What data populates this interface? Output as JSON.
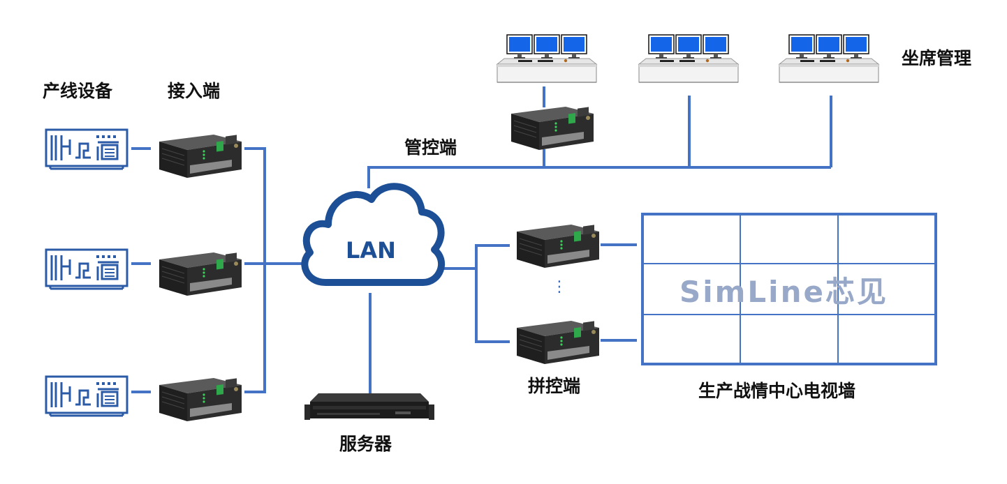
{
  "labels": {
    "production_equipment": "产线设备",
    "access_end": "接入端",
    "management_end": "管控端",
    "seat_management": "坐席管理",
    "lan": "LAN",
    "server": "服务器",
    "splice_control_end": "拼控端",
    "video_wall": "生产战情中心电视墙"
  },
  "watermark": "SimLine芯见",
  "ellipsis": "⋮",
  "colors": {
    "line": "#4472c4",
    "cloud_stroke": "#1d4f96",
    "machine_icon": "#2b5aa6",
    "device_body": "#2c2c2c",
    "monitor_screen": "#1565e8",
    "text": "#111111",
    "watermark": "#98a8c8"
  },
  "icons": {
    "equipment": "industrial-machine-icon",
    "edge_box": "edge-computing-box-icon",
    "console": "operator-console-icon",
    "server": "rack-server-icon",
    "cloud": "cloud-icon"
  }
}
